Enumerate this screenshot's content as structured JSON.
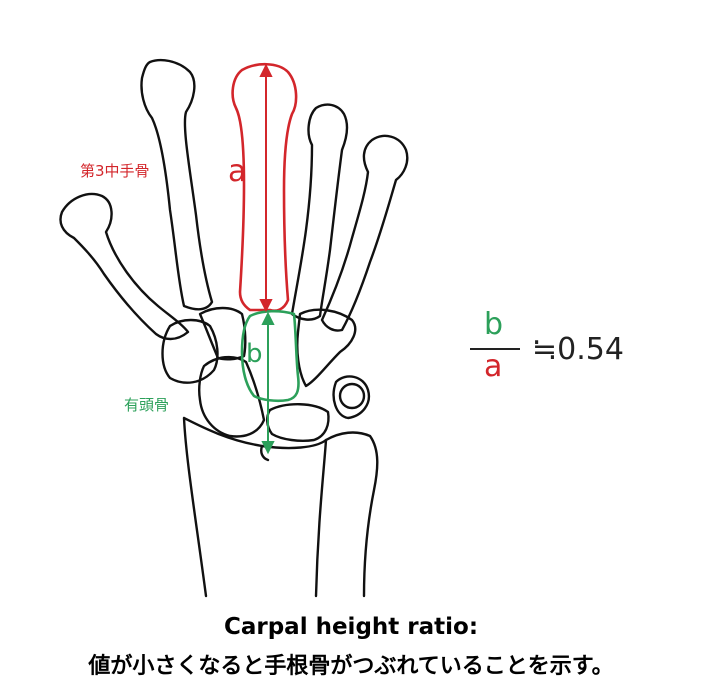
{
  "labels": {
    "third_metacarpal": "第3中手骨",
    "capitate": "有頭骨",
    "a": "a",
    "b": "b"
  },
  "formula": {
    "numerator": "b",
    "denominator": "a",
    "approx": "≒0.54"
  },
  "caption": {
    "line1": "Carpal height ratio:",
    "line2": "値が小さくなると手根骨がつぶれていることを示す。"
  },
  "colors": {
    "red": "#d3262b",
    "green": "#2ca05a",
    "outline": "#111111"
  }
}
